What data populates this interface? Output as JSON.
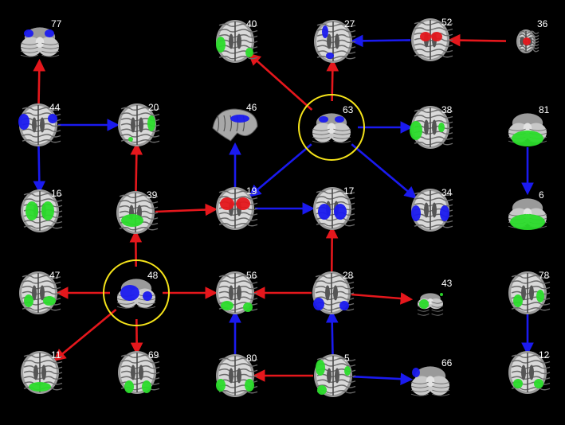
{
  "colors": {
    "background": "#000000",
    "red": "#e5171c",
    "blue": "#1a1aef",
    "green": "#2bdc2b",
    "yellow": "#f5e31a",
    "label": "#ffffff"
  },
  "nodes": [
    {
      "id": "77",
      "view": "cerebellum-axial",
      "highlight": [
        "blue"
      ]
    },
    {
      "id": "40",
      "view": "axial",
      "highlight": [
        "green"
      ]
    },
    {
      "id": "27",
      "view": "axial",
      "highlight": [
        "blue"
      ]
    },
    {
      "id": "52",
      "view": "axial",
      "highlight": [
        "red"
      ]
    },
    {
      "id": "36",
      "view": "axial-small",
      "highlight": [
        "red"
      ]
    },
    {
      "id": "44",
      "view": "axial",
      "highlight": [
        "blue"
      ]
    },
    {
      "id": "20",
      "view": "axial",
      "highlight": [
        "green"
      ]
    },
    {
      "id": "46",
      "view": "sagittal",
      "highlight": [
        "blue"
      ]
    },
    {
      "id": "63",
      "view": "cerebellum-axial",
      "highlight": [
        "blue"
      ]
    },
    {
      "id": "38",
      "view": "axial",
      "highlight": [
        "green"
      ]
    },
    {
      "id": "81",
      "view": "cerebellum-axial",
      "highlight": [
        "green"
      ]
    },
    {
      "id": "16",
      "view": "axial",
      "highlight": [
        "green"
      ]
    },
    {
      "id": "39",
      "view": "axial",
      "highlight": [
        "green"
      ]
    },
    {
      "id": "19",
      "view": "axial",
      "highlight": [
        "red"
      ]
    },
    {
      "id": "17",
      "view": "axial",
      "highlight": [
        "blue"
      ]
    },
    {
      "id": "34",
      "view": "axial",
      "highlight": [
        "blue"
      ]
    },
    {
      "id": "6",
      "view": "cerebellum-axial",
      "highlight": [
        "green"
      ]
    },
    {
      "id": "47",
      "view": "axial",
      "highlight": [
        "green"
      ]
    },
    {
      "id": "48",
      "view": "cerebellum-axial",
      "highlight": [
        "blue"
      ]
    },
    {
      "id": "56",
      "view": "axial",
      "highlight": [
        "green"
      ]
    },
    {
      "id": "28",
      "view": "axial",
      "highlight": [
        "blue"
      ]
    },
    {
      "id": "43",
      "view": "cerebellum-small",
      "highlight": [
        "green"
      ]
    },
    {
      "id": "78",
      "view": "axial",
      "highlight": [
        "green"
      ]
    },
    {
      "id": "11",
      "view": "axial",
      "highlight": [
        "green"
      ]
    },
    {
      "id": "69",
      "view": "axial",
      "highlight": [
        "green"
      ]
    },
    {
      "id": "80",
      "view": "axial",
      "highlight": [
        "green"
      ]
    },
    {
      "id": "5",
      "view": "axial",
      "highlight": [
        "green"
      ]
    },
    {
      "id": "66",
      "view": "cerebellum-axial",
      "highlight": [
        "blue"
      ]
    },
    {
      "id": "12",
      "view": "axial",
      "highlight": [
        "green"
      ]
    }
  ],
  "edges": [
    {
      "from": "44",
      "to": "77",
      "color": "red"
    },
    {
      "from": "44",
      "to": "20",
      "color": "blue"
    },
    {
      "from": "44",
      "to": "16",
      "color": "blue"
    },
    {
      "from": "39",
      "to": "20",
      "color": "red"
    },
    {
      "from": "39",
      "to": "19",
      "color": "red"
    },
    {
      "from": "48",
      "to": "39",
      "color": "red"
    },
    {
      "from": "48",
      "to": "47",
      "color": "red"
    },
    {
      "from": "48",
      "to": "56",
      "color": "red"
    },
    {
      "from": "48",
      "to": "11",
      "color": "red"
    },
    {
      "from": "48",
      "to": "69",
      "color": "red"
    },
    {
      "from": "19",
      "to": "46",
      "color": "blue"
    },
    {
      "from": "19",
      "to": "17",
      "color": "blue"
    },
    {
      "from": "63",
      "to": "40",
      "color": "red"
    },
    {
      "from": "63",
      "to": "27",
      "color": "red"
    },
    {
      "from": "63",
      "to": "38",
      "color": "blue"
    },
    {
      "from": "63",
      "to": "34",
      "color": "blue"
    },
    {
      "from": "63",
      "to": "19",
      "color": "blue"
    },
    {
      "from": "52",
      "to": "27",
      "color": "blue"
    },
    {
      "from": "36",
      "to": "52",
      "color": "red"
    },
    {
      "from": "81",
      "to": "6",
      "color": "blue"
    },
    {
      "from": "28",
      "to": "17",
      "color": "red"
    },
    {
      "from": "28",
      "to": "56",
      "color": "red"
    },
    {
      "from": "28",
      "to": "43",
      "color": "red"
    },
    {
      "from": "80",
      "to": "56",
      "color": "blue"
    },
    {
      "from": "5",
      "to": "28",
      "color": "blue"
    },
    {
      "from": "5",
      "to": "80",
      "color": "red"
    },
    {
      "from": "5",
      "to": "66",
      "color": "blue"
    },
    {
      "from": "78",
      "to": "12",
      "color": "blue"
    }
  ],
  "hubs": [
    "63",
    "48"
  ]
}
